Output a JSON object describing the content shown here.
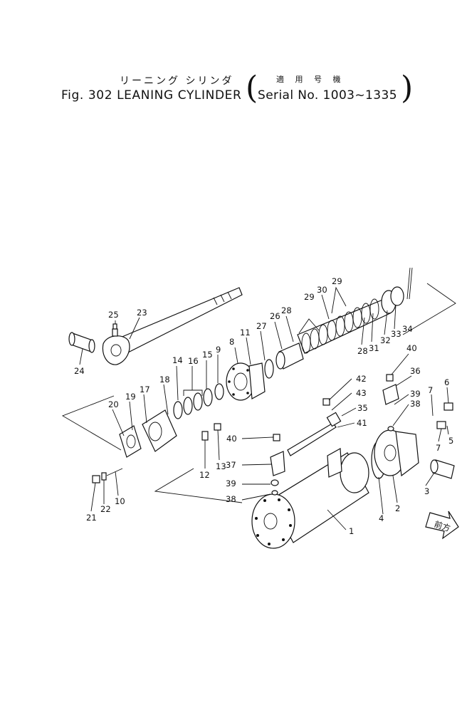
{
  "header": {
    "jp_title": "リーニング シリンダ",
    "jp_applicable": "適 用 号 機",
    "fig_title": "Fig. 302 LEANING CYLINDER",
    "serial": "Serial No. 1003~1335",
    "paren_open": "(",
    "paren_close": ")"
  },
  "front_marker": "前方",
  "parts": {
    "p1": "1",
    "p2": "2",
    "p3": "3",
    "p4": "4",
    "p5": "5",
    "p6": "6",
    "p7a": "7",
    "p7b": "7",
    "p8": "8",
    "p9": "9",
    "p10": "10",
    "p11": "11",
    "p12": "12",
    "p13": "13",
    "p14": "14",
    "p15": "15",
    "p16": "16",
    "p17": "17",
    "p18": "18",
    "p19": "19",
    "p20": "20",
    "p21": "21",
    "p22": "22",
    "p23": "23",
    "p24": "24",
    "p25": "25",
    "p26": "26",
    "p27": "27",
    "p28a": "28",
    "p28b": "28",
    "p29a": "29",
    "p29b": "29",
    "p30": "30",
    "p31": "31",
    "p32": "32",
    "p33": "33",
    "p34": "34",
    "p35": "35",
    "p36": "36",
    "p37": "37",
    "p38a": "38",
    "p38b": "38",
    "p39a": "39",
    "p39b": "39",
    "p40a": "40",
    "p40b": "40",
    "p41": "41",
    "p42": "42",
    "p43": "43"
  }
}
